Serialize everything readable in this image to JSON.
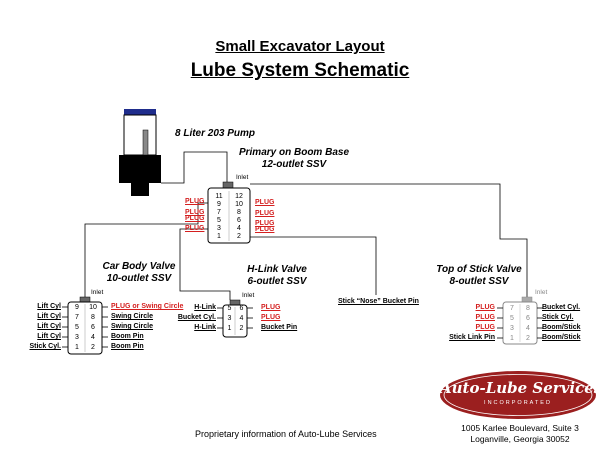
{
  "title": "Small Excavator Layout",
  "subtitle": "Lube System Schematic",
  "pump": {
    "label": "8 Liter 203 Pump"
  },
  "primary": {
    "caption_line1": "Primary on Boom Base",
    "caption_line2": "12-outlet SSV",
    "inlet": "Inlet",
    "numbers_left": [
      "11",
      "9",
      "7",
      "5",
      "3",
      "1"
    ],
    "numbers_right": [
      "12",
      "10",
      "8",
      "6",
      "4",
      "2"
    ],
    "left_labels": [
      "PLUG",
      "PLUG",
      "PLUG",
      "PLUG"
    ],
    "right_labels": [
      "PLUG",
      "PLUG",
      "PLUG",
      "PLUG"
    ]
  },
  "car_body": {
    "caption_line1": "Car Body Valve",
    "caption_line2": "10-outlet SSV",
    "inlet": "Inlet",
    "numbers_left": [
      "9",
      "7",
      "5",
      "3",
      "1"
    ],
    "numbers_right": [
      "10",
      "8",
      "6",
      "4",
      "2"
    ],
    "left_labels": [
      "Lift Cyl",
      "Lift Cyl",
      "Lift Cyl",
      "Lift Cyl",
      "Stick Cyl."
    ],
    "right_labels": [
      "PLUG or Swing Circle",
      "Swing Circle",
      "Swing Circle",
      "Boom Pin",
      "Boom Pin"
    ]
  },
  "hlink": {
    "caption_line1": "H-Link Valve",
    "caption_line2": "6-outlet SSV",
    "inlet": "Inlet",
    "numbers_left": [
      "5",
      "3",
      "1"
    ],
    "numbers_right": [
      "6",
      "4",
      "2"
    ],
    "left_labels": [
      "H-Link",
      "Bucket Cyl.",
      "H-Link"
    ],
    "right_labels": [
      "PLUG",
      "PLUG",
      "Bucket Pin"
    ]
  },
  "nose": {
    "label": "Stick “Nose” Bucket Pin"
  },
  "top_stick": {
    "caption_line1": "Top of Stick Valve",
    "caption_line2": "8-outlet SSV",
    "inlet": "Inlet",
    "numbers_left": [
      "7",
      "5",
      "3",
      "1"
    ],
    "numbers_right": [
      "8",
      "6",
      "4",
      "2"
    ],
    "left_labels": [
      "PLUG",
      "PLUG",
      "PLUG",
      "Stick Link Pin"
    ],
    "right_labels": [
      "Bucket Cyl.",
      "Stick Cyl.",
      "Boom/Stick",
      "Boom/Stick"
    ]
  },
  "logo": {
    "name": "Auto-Lube Services",
    "tagline": "INCORPORATED"
  },
  "footer": {
    "proprietary": "Proprietary information of Auto-Lube Services",
    "address_line1": "1005 Karlee Boulevard, Suite 3",
    "address_line2": "Loganville, Georgia 30052"
  },
  "colors": {
    "plug_red": "#d41f1f",
    "logo_red": "#9b1f1f",
    "pump_navy": "#1f2d8c"
  }
}
